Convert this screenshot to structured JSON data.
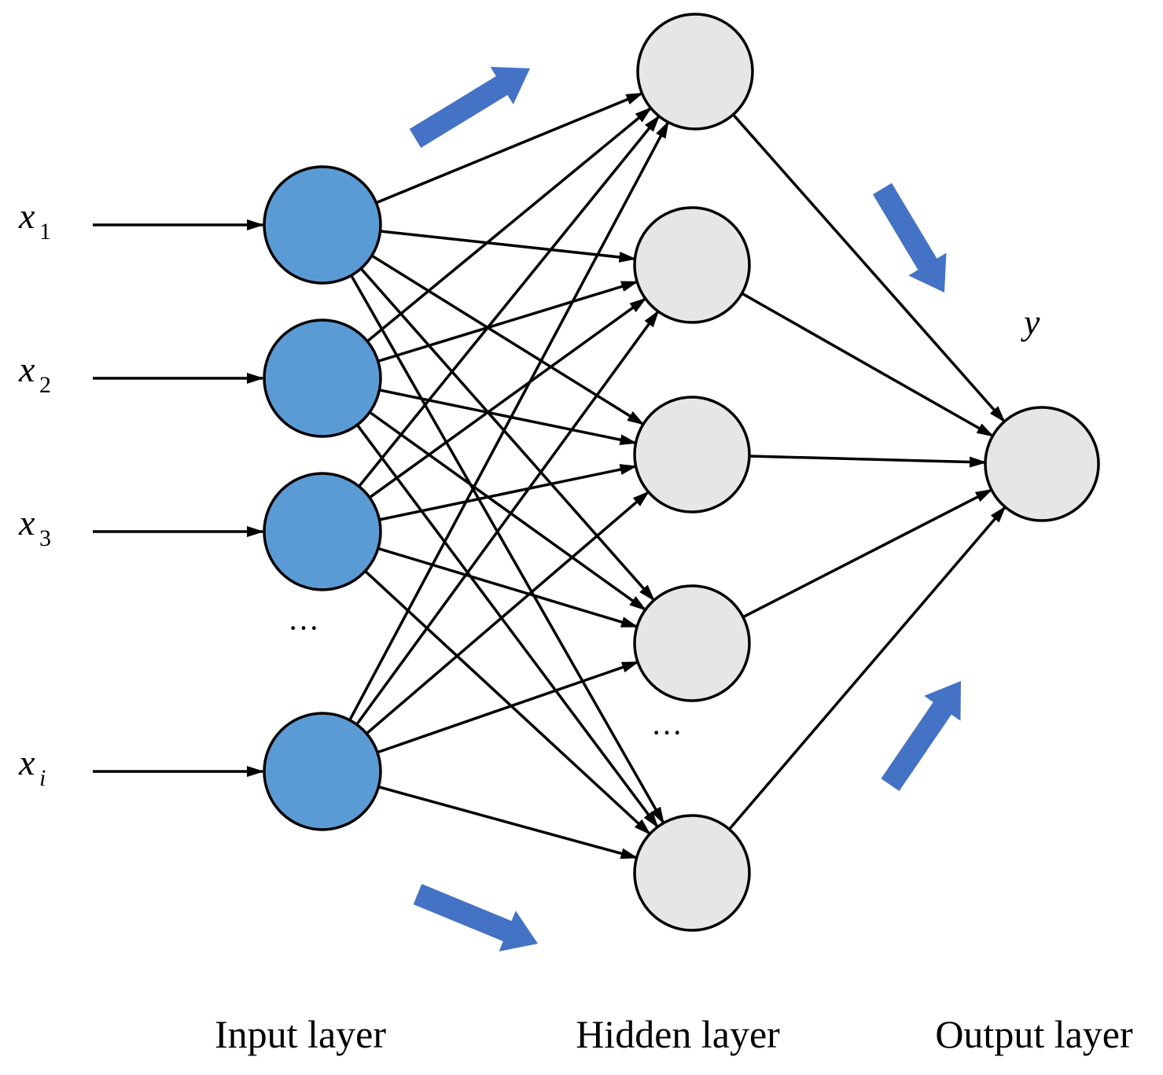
{
  "colors": {
    "input_node": "#5b9bd5",
    "hidden_node": "#e6e6e6",
    "output_node": "#e6e6e6",
    "flow_arrow": "#4472c4",
    "line": "#000000"
  },
  "inputs": [
    {
      "base": "x",
      "sub": "1"
    },
    {
      "base": "x",
      "sub": "2"
    },
    {
      "base": "x",
      "sub": "3"
    },
    {
      "base": "x",
      "sub": "i"
    }
  ],
  "output": {
    "label": "y"
  },
  "ellipsis": "···",
  "layers": {
    "input": "Input layer",
    "hidden": "Hidden layer",
    "output": "Output layer"
  },
  "counts": {
    "input_nodes": 4,
    "hidden_nodes": 5,
    "output_nodes": 1
  }
}
